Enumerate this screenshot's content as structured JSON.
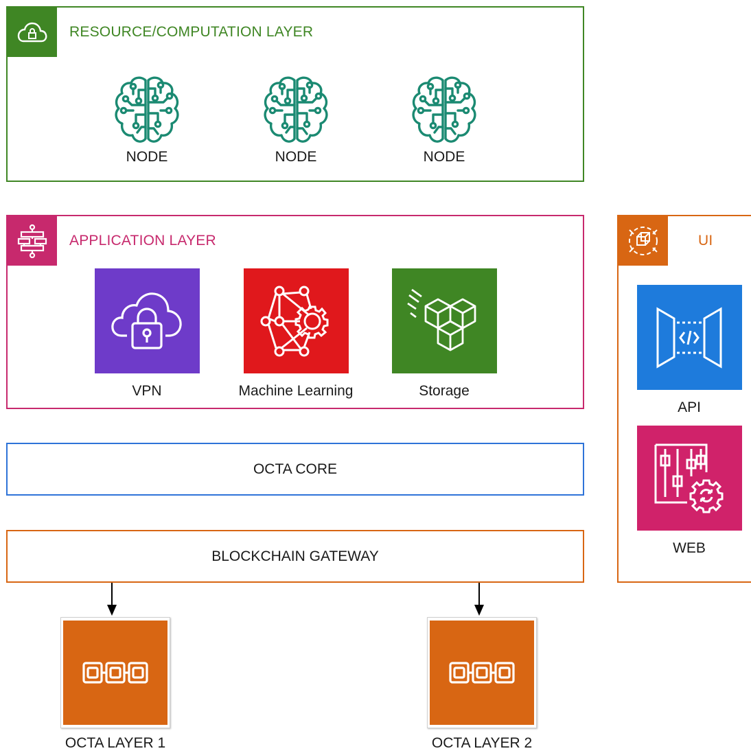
{
  "colors": {
    "resource": "#3f8624",
    "application": "#c7296d",
    "ui": "#d86613",
    "core": "#2e73d8",
    "gateway": "#d86613",
    "node_icon": "#1b8a72",
    "vpn": "#6e3bc9",
    "ml": "#e0181c",
    "storage": "#3f8624",
    "api": "#1e7bdc",
    "web": "#d0226a",
    "chain": "#d86613"
  },
  "resource_layer": {
    "title": "RESOURCE/COMPUTATION LAYER",
    "icon": "cloud-lock-icon",
    "nodes": [
      {
        "label": "NODE",
        "icon": "brain-circuit-icon"
      },
      {
        "label": "NODE",
        "icon": "brain-circuit-icon"
      },
      {
        "label": "NODE",
        "icon": "brain-circuit-icon"
      }
    ]
  },
  "application_layer": {
    "title": "APPLICATION LAYER",
    "icon": "step-functions-icon",
    "services": [
      {
        "label": "VPN",
        "icon": "cloud-padlock-icon"
      },
      {
        "label": "Machine Learning",
        "icon": "neural-gear-icon"
      },
      {
        "label": "Storage",
        "icon": "cubes-icon"
      }
    ]
  },
  "ui_group": {
    "title": "UI",
    "icon": "gear-cube-icon",
    "items": [
      {
        "label": "API",
        "icon": "api-gateway-icon"
      },
      {
        "label": "WEB",
        "icon": "sliders-gear-icon"
      }
    ]
  },
  "octa_core": {
    "label": "OCTA CORE"
  },
  "blockchain_gateway": {
    "label": "BLOCKCHAIN GATEWAY"
  },
  "octa_layers": [
    {
      "label": "OCTA LAYER 1",
      "icon": "chain-icon"
    },
    {
      "label": "OCTA LAYER 2",
      "icon": "chain-icon"
    }
  ]
}
